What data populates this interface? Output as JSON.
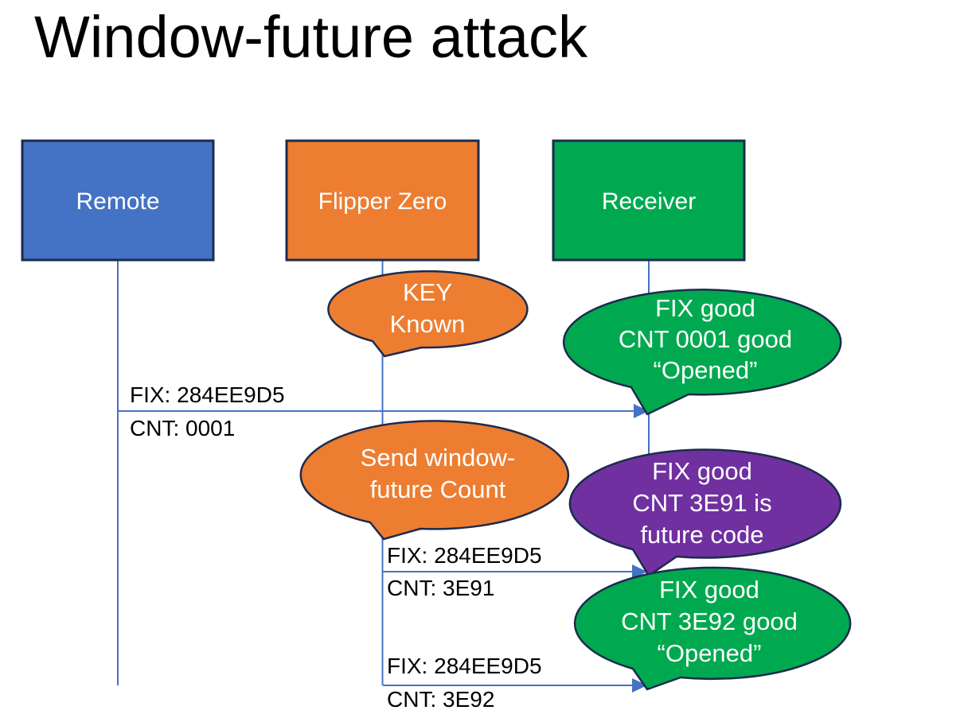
{
  "title": "Window-future attack",
  "colors": {
    "blue": "#4472C4",
    "orange": "#ED7D31",
    "green": "#00A950",
    "purple": "#7030A0",
    "border": "#1C2B4C",
    "line": "#4472C4",
    "title_text": "#000000",
    "label_text": "#FFFFFF"
  },
  "actors": [
    {
      "label": "Remote"
    },
    {
      "label": "Flipper Zero"
    },
    {
      "label": "Receiver"
    }
  ],
  "callouts": [
    {
      "lines": [
        "KEY",
        "Known"
      ]
    },
    {
      "lines": [
        "FIX good",
        "CNT 0001 good",
        "“Opened”"
      ]
    },
    {
      "lines": [
        "Send window-",
        "future Count"
      ]
    },
    {
      "lines": [
        "FIX good",
        "CNT 3E91 is",
        "future code"
      ]
    },
    {
      "lines": [
        "FIX good",
        "CNT 3E92 good",
        "“Opened”"
      ]
    }
  ],
  "messages": [
    {
      "from": "Remote",
      "to": "Receiver",
      "lines": [
        "FIX: 284EE9D5",
        "CNT: 0001"
      ]
    },
    {
      "from": "Flipper Zero",
      "to": "Receiver",
      "lines": [
        "FIX: 284EE9D5",
        "CNT: 3E91"
      ]
    },
    {
      "from": "Flipper Zero",
      "to": "Receiver",
      "lines": [
        "FIX: 284EE9D5",
        "CNT: 3E92"
      ]
    }
  ]
}
